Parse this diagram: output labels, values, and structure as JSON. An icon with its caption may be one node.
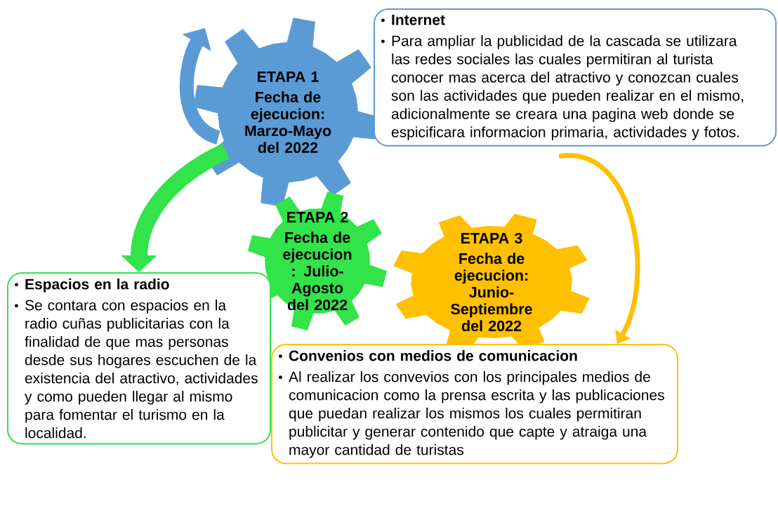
{
  "diagram": {
    "nodes": [
      {
        "text": [
          "ETAPA 1",
          "Fecha de ejecucion: Marzo-Mayo del 2022"
        ]
      },
      {
        "text": [
          "Internet",
          "Para ampliar la publicidad de la cascada se utilizara las redes sociales las cuales permitiran al turista conocer mas acerca del atractivo y conozcan cuales son las actividades que pueden realizar en el mismo, adicionalmente se creara una pagina web donde se espicificara informacion primaria, actividades y fotos."
        ]
      },
      {
        "text": [
          "ETAPA 2",
          "Fecha de ejecucion : Julio-Agosto del 2022"
        ]
      },
      {
        "text": [
          "ETAPA 3",
          "Fecha de ejecucion: Junio-Septiembre del 2022"
        ]
      },
      {
        "text": [
          "Espacios en la radio",
          "Se contara con espacios en la radio cuñas publicitarias con la finalidad de que mas personas desde sus hogares escuchen de la existencia del atractivo, actividades y como pueden llegar al mismo para fomentar el turismo en la localidad."
        ]
      },
      {
        "text": [
          "Convenios con medios de comunicacion",
          "Al realizar los convevios con los principales medios de comunicacion como la prensa escrita y las publicaciones que puedan realizar los mismos los cuales permitiran publicitar y generar contenido que capte y atraiga una mayor cantidad de turistas"
        ]
      }
    ],
    "edges": [
      {
        "from": 0,
        "to": null,
        "arrow": "to",
        "color": "#5b9bd5"
      },
      {
        "from": 0,
        "to": 4,
        "arrow": "to",
        "color": "#32e34a"
      },
      {
        "from": 1,
        "to": 5,
        "arrow": "to",
        "color": "#ffc000"
      }
    ]
  }
}
